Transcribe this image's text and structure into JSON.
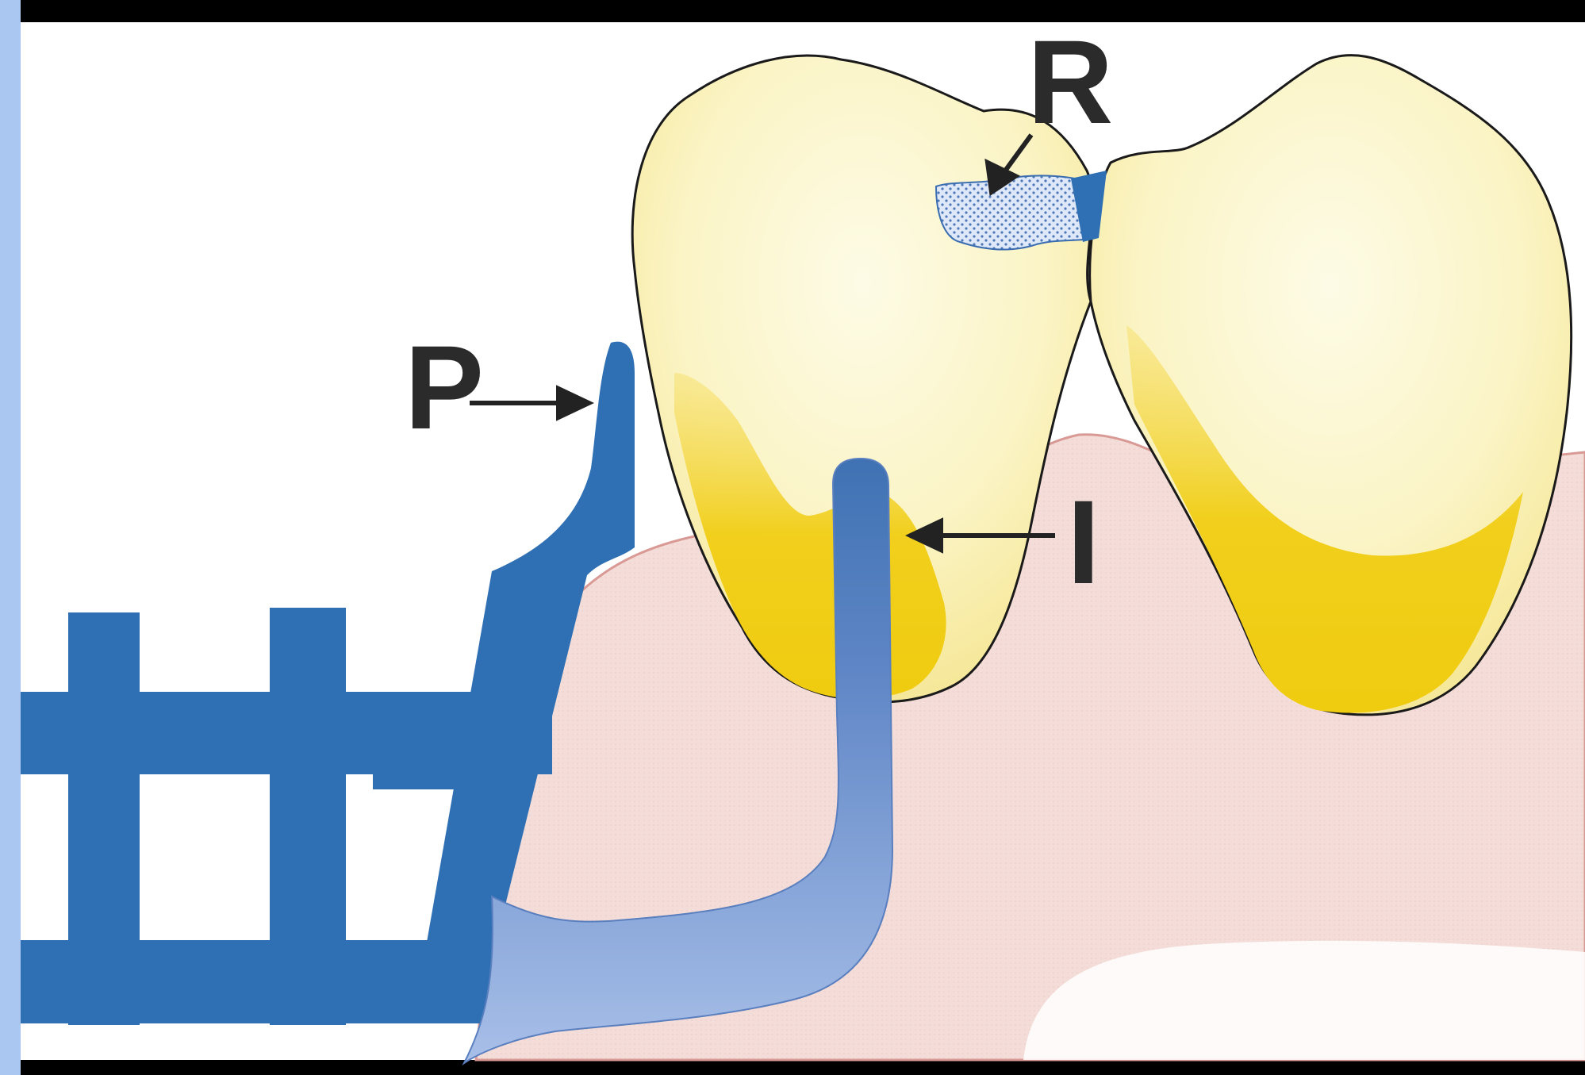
{
  "diagram": {
    "labels": {
      "r": "R",
      "p": "P",
      "i": "I"
    }
  },
  "colors": {
    "frame": "#000000",
    "border_left": "#a9c7f0",
    "background": "#ffffff",
    "gum": "#f3dcd6",
    "gum_edge": "#d99a96",
    "tooth": "#fbf7d3",
    "tooth_root_yellow": "#f2d118",
    "restoration_blue": "#2f6fb3",
    "infiltrant_light": "#9fb8e4",
    "arrow": "#222222"
  }
}
